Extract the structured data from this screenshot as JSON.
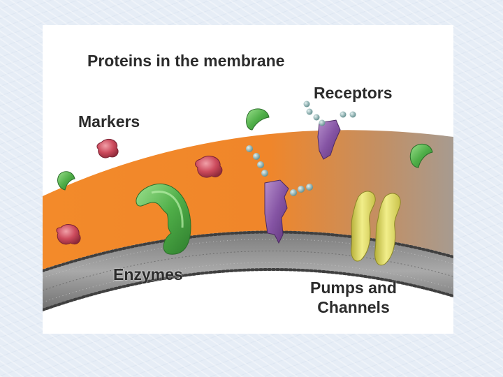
{
  "figure": {
    "title": "Proteins in the membrane",
    "labels": {
      "receptors": "Receptors",
      "markers": "Markers",
      "enzymes": "Enzymes",
      "pumps_channels": "Pumps and\nChannels"
    }
  },
  "colors": {
    "cytoplasm_orange": "#f38a2a",
    "cytoplasm_faded": "#b39a86",
    "bilayer_gray": "#8d8d8d",
    "lipid_head": "#4a4a4a",
    "enzyme_green": "#55b34f",
    "receptor_purple": "#8a58a8",
    "marker_red": "#c8465a",
    "channel_yellow": "#e3de62",
    "signal_bead": "#7fa8a8"
  },
  "icons": [
    "enzyme-protein",
    "receptor-protein",
    "marker-protein",
    "channel-protein",
    "signal-molecule"
  ]
}
